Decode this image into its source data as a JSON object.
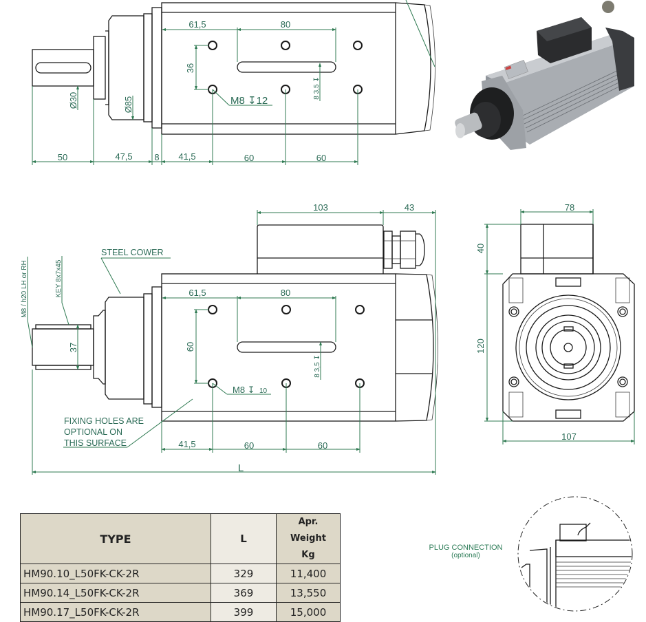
{
  "top_view": {
    "dims": {
      "shaft_len": "50",
      "flange_len": "47,5",
      "ring": "8",
      "first_hole": "41,5",
      "pitch1": "60",
      "pitch2": "60",
      "slot_start": "61,5",
      "slot_len": "80",
      "hole_vspace": "36",
      "shaft_dia": "Ø30",
      "flange_dia": "Ø85",
      "slot_depth": "8 3,5 ↧"
    },
    "thread_note": "M8  ↧12"
  },
  "side_view": {
    "dims": {
      "box_len": "103",
      "gland_len": "43",
      "slot_start": "61,5",
      "slot_len": "80",
      "hole_vspace": "60",
      "shaft_key_len": "37",
      "first_hole": "41,5",
      "pitch1": "60",
      "pitch2": "60",
      "total_len": "L",
      "slot_depth": "8 3,5 ↧"
    },
    "thread_note": "M8  ↧",
    "thread_depth": "10",
    "labels": {
      "steel_cover": "STEEL COWER",
      "key": "KEY 8x7x45",
      "thread_spec": "M8 / h20 LH or RH",
      "fixing_note_1": "FIXING HOLES ARE",
      "fixing_note_2": "OPTIONAL   ON",
      "fixing_note_3": "THIS SURFACE"
    }
  },
  "front_view": {
    "dims": {
      "box_width": "78",
      "box_height": "40",
      "body_height": "120",
      "body_width": "107"
    }
  },
  "plug_detail": {
    "label": "PLUG  CONNECTION",
    "sublabel": "(optional)"
  },
  "table": {
    "headers": {
      "type": "TYPE",
      "length": "L",
      "weight_line1": "Apr. Weight",
      "weight_line2": "Kg"
    },
    "rows": [
      {
        "type": "HM90.10_L50FK-CK-2R",
        "length": "329",
        "weight": "11,400"
      },
      {
        "type": "HM90.14_L50FK-CK-2R",
        "length": "369",
        "weight": "13,550"
      },
      {
        "type": "HM90.17_L50FK-CK-2R",
        "length": "399",
        "weight": "15,000"
      }
    ]
  },
  "colors": {
    "dimension": "#2f7a52",
    "outline": "#1a1a1a",
    "table_bg": "#ddd8c8",
    "table_l_bg": "#eeebe3"
  }
}
